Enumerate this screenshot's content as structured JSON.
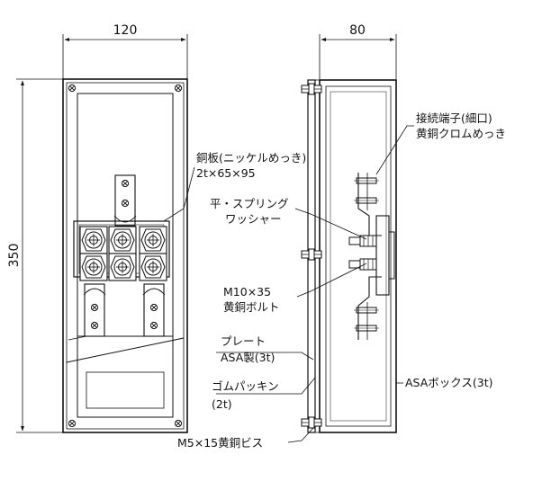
{
  "dimensions": {
    "front_width": "120",
    "side_width": "80",
    "height": "350"
  },
  "labels": {
    "copper_plate": {
      "line1": "銅板(ニッケルめっき)",
      "line2": "2t×65×95"
    },
    "terminal": {
      "line1": "接続端子(細口)",
      "line2": "黄銅クロムめっき"
    },
    "washer": {
      "line1": "平・スプリング",
      "line2": "ワッシャー"
    },
    "bolt": {
      "line1": "M10×35",
      "line2": "黄銅ボルト"
    },
    "plate": {
      "line1": "プレート",
      "line2": "ASA製(3t)"
    },
    "box": {
      "line1": "ASAボックス(3t)"
    },
    "gasket": {
      "line1": "ゴムパッキン",
      "line2": "(2t)"
    },
    "screw": {
      "line1": "M5×15黄銅ビス"
    }
  }
}
